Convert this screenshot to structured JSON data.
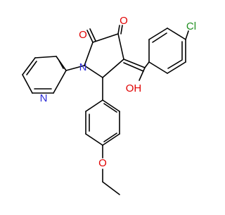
{
  "molecule": {
    "atom_labels": {
      "o_ketone_left": "O",
      "o_ketone_right": "O",
      "n_ring": "N",
      "n_pyridine": "N",
      "cl": "Cl",
      "oh": "OH",
      "o_ether": "O"
    },
    "colors": {
      "bond": "#000000",
      "oxygen": "#e00000",
      "nitrogen": "#2b2bd6",
      "chlorine": "#1f8f1f"
    }
  }
}
